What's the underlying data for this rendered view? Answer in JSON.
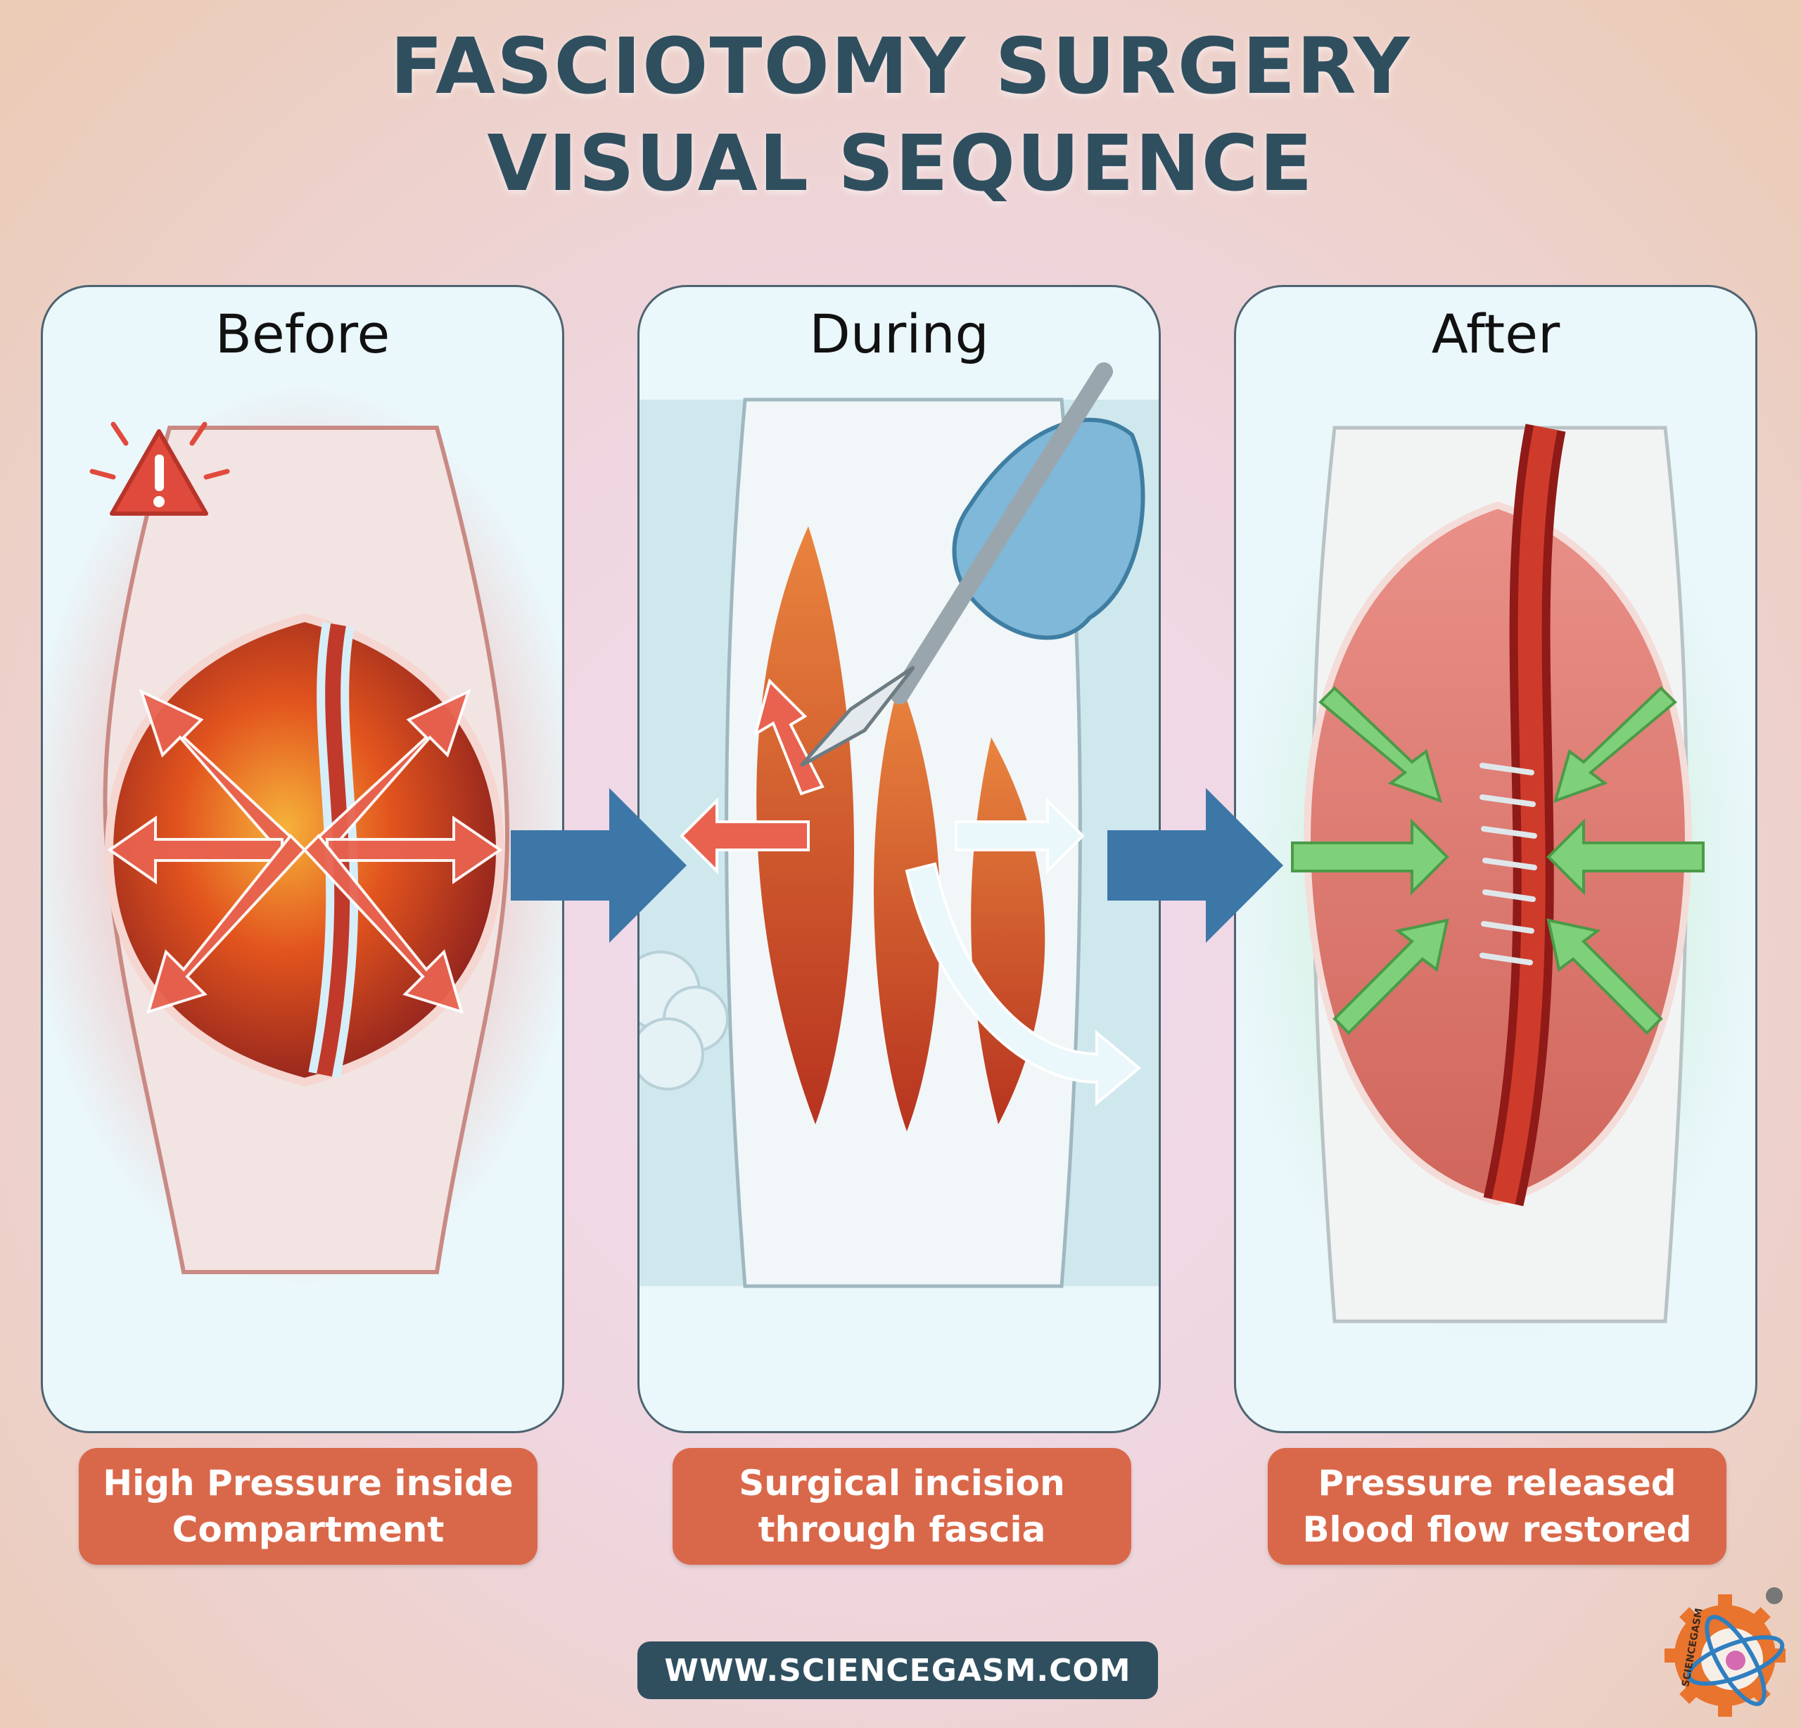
{
  "header": {
    "title_line1": "FASCIOTOMY SURGERY",
    "title_line2": "VISUAL SEQUENCE"
  },
  "panels": [
    {
      "title": "Before",
      "caption_line1": "High Pressure inside",
      "caption_line2": "Compartment",
      "illustration": "swollen-muscle-compartment"
    },
    {
      "title": "During",
      "caption_line1": "Surgical incision",
      "caption_line2": "through fascia",
      "illustration": "scalpel-cutting-fascia"
    },
    {
      "title": "After",
      "caption_line1": "Pressure released",
      "caption_line2": "Blood flow restored",
      "illustration": "sutured-muscle-blood-flow"
    }
  ],
  "footer": {
    "url": "WWW.SCIENCEGASM.COM"
  },
  "logo": {
    "text": "SCIENCEGASM"
  },
  "colors": {
    "title": "#2f4f5f",
    "caption_bg": "#d9684a",
    "flow_arrow": "#3d77a8",
    "pressure_arrow": "#e8624f",
    "relief_arrow": "#7fd07a",
    "panel_bg": "#eaf7fb"
  }
}
